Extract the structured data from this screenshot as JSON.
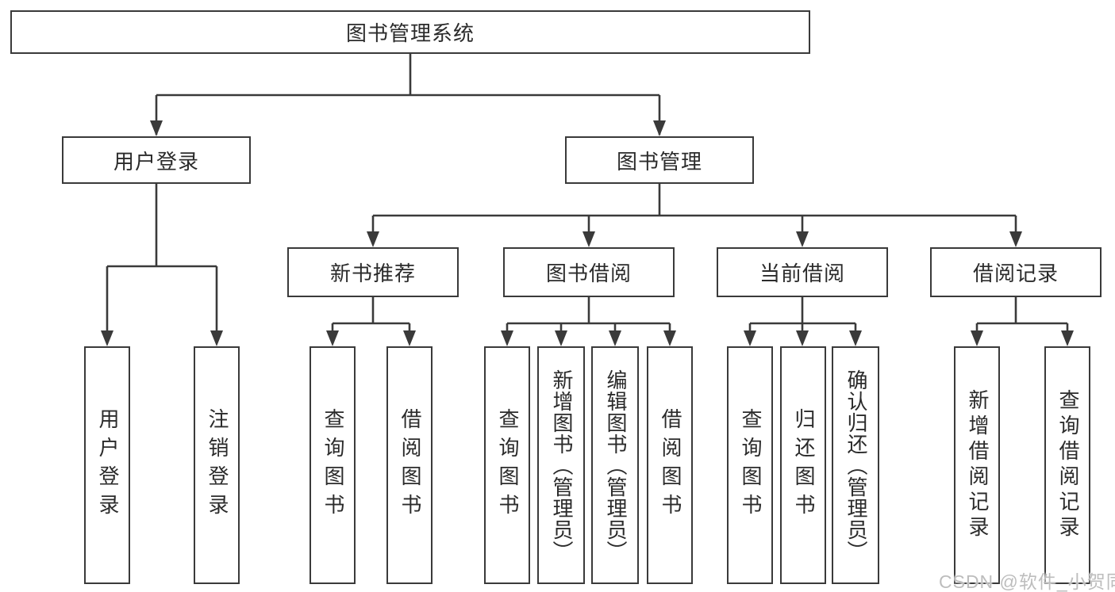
{
  "root": {
    "label": "图书管理系统"
  },
  "level2": [
    {
      "label": "用户登录"
    },
    {
      "label": "图书管理"
    }
  ],
  "level3": [
    {
      "label": "新书推荐"
    },
    {
      "label": "图书借阅"
    },
    {
      "label": "当前借阅"
    },
    {
      "label": "借阅记录"
    }
  ],
  "leaves": {
    "user_login": [
      {
        "label": "用户登录"
      },
      {
        "label": "注销登录"
      }
    ],
    "new_book_recommend": [
      {
        "label": "查询图书"
      },
      {
        "label": "借阅图书"
      }
    ],
    "book_borrow": [
      {
        "label": "查询图书"
      },
      {
        "label": "新增图书（管理员）"
      },
      {
        "label": "编辑图书（管理员）"
      },
      {
        "label": "借阅图书"
      }
    ],
    "current_borrow": [
      {
        "label": "查询图书"
      },
      {
        "label": "归还图书"
      },
      {
        "label": "确认归还（管理员）"
      }
    ],
    "borrow_record": [
      {
        "label": "新增借阅记录"
      },
      {
        "label": "查询借阅记录"
      }
    ]
  },
  "watermark": "CSDN @软件_小贺同学",
  "colors": {
    "line": "#3a3a3a",
    "text": "#2b2b2b",
    "watermark": "#bdbdbd",
    "background": "#ffffff"
  }
}
